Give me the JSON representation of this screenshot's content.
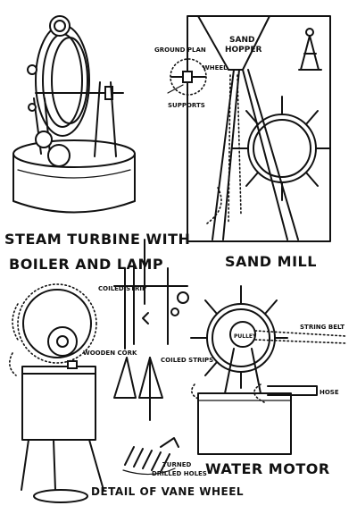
{
  "captions": {
    "steam_turbine_1": "STEAM TURBINE WITH",
    "steam_turbine_2": "BOILER AND LAMP",
    "sand_mill": "SAND MILL",
    "water_motor": "WATER MOTOR",
    "vane_detail": "DETAIL OF VANE WHEEL"
  },
  "labels": {
    "sand_hopper_1": "SAND",
    "sand_hopper_2": "HOPPER",
    "ground_plan": "GROUND PLAN",
    "wheel": "WHEEL",
    "supports": "SUPPORTS",
    "coiled_strip": "COILED STRIP",
    "coiled_strips": "COILED STRIPS",
    "wooden_cork": "WOODEN CORK",
    "string_belt": "STRING BELT",
    "pulley": "PULLEY",
    "hose": "HOSE",
    "turned_1": "TURNED",
    "turned_2": "DRILLED HOLES"
  }
}
